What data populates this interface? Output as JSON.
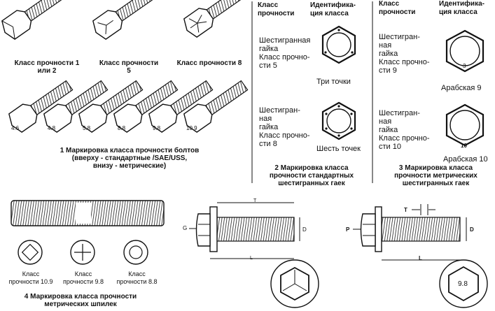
{
  "panel1": {
    "bolt_labels": [
      "Класс прочности 1\nили 2",
      "Класс прочности\n5",
      "Класс прочности 8"
    ],
    "metric_marks": [
      "4.6",
      "4.8",
      "5.8",
      "8.8",
      "9.8",
      "10.9"
    ],
    "caption": "1 Маркировка класса прочности болтов\n(вверху - стандартные /SAE/USS,\nвнизу - метрические)"
  },
  "panel2": {
    "header_class": "Класс\nпрочности",
    "header_ident": "Идентифика-\nция класса",
    "nut1_label": "Шестигранная\nгайка\nКласс прочно-\nсти 5",
    "nut1_ident": "Три точки",
    "nut2_label": "Шестигран-\nная\nгайка\nКласс прочно-\nсти 8",
    "nut2_ident": "Шесть точек",
    "caption": "2 Маркировка класса\nпрочности стандартных\nшестигранных гаек"
  },
  "panel3": {
    "header_class": "Класс\nпрочности",
    "header_ident": "Идентифика-\nция класса",
    "nut1_label": "Шестигран-\nная\nгайка\nКласс прочно-\nсти 9",
    "nut1_mark": "3",
    "nut1_ident": "Арабская 9",
    "nut2_label": "Шестигран-\nная\nгайка\nКласс прочно-\nсти 10",
    "nut2_mark": "10",
    "nut2_ident": "Арабская 10",
    "caption": "3 Маркировка класса\nпрочности метрических\nшестигранных гаек"
  },
  "panel4": {
    "stud_labels": [
      "Класс\nпрочности 10.9",
      "Класс\nпрочности 9.8",
      "Класс\nпрочности 8.8"
    ],
    "caption": "4 Маркировка класса прочности\nметрических шпилек"
  },
  "panel5": {
    "dim_g": "G",
    "dim_t": "T",
    "dim_d": "D",
    "dim_l": "L"
  },
  "panel6": {
    "dim_p": "P",
    "dim_t": "T",
    "dim_d": "D",
    "dim_l": "L",
    "head_mark": "9.8"
  }
}
